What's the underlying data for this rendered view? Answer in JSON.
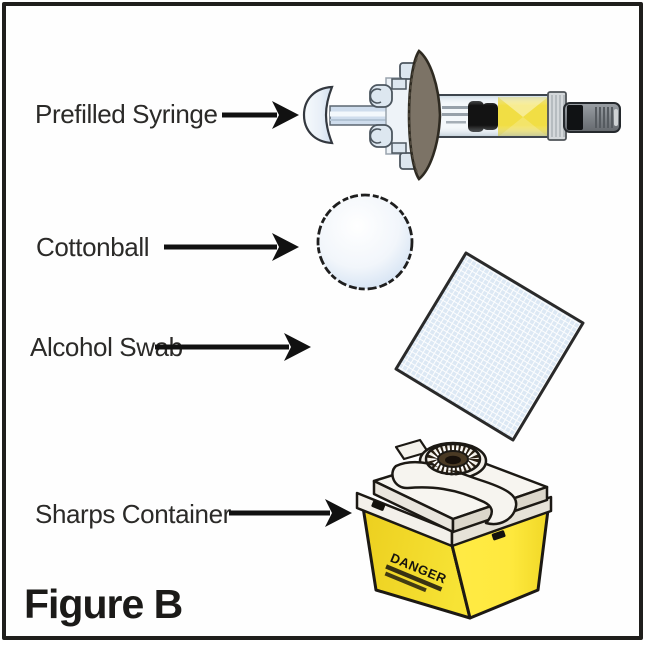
{
  "figure": {
    "caption": "Figure B"
  },
  "items": [
    {
      "id": "prefilled-syringe",
      "label": "Prefilled Syringe"
    },
    {
      "id": "cottonball",
      "label": "Cottonball"
    },
    {
      "id": "alcohol-swab",
      "label": "Alcohol Swab"
    },
    {
      "id": "sharps-container",
      "label": "Sharps Container"
    }
  ],
  "sharps_container": {
    "warning_text": "DANGER"
  },
  "icons": [
    "right-arrow-icon",
    "syringe-icon",
    "cottonball-icon",
    "alcohol-swab-icon",
    "sharps-container-icon"
  ],
  "colors": {
    "border": "#1f1e1c",
    "text": "#2b2a28",
    "arrow": "#111111",
    "syringe_wing_brown": "#7c7366",
    "syringe_label_yellow": "#f1de44",
    "needle_cap_gray": "#83888d",
    "cotton_blue": "#bcd3ec",
    "swab_blue": "#dce8f4",
    "container_yellow_left": "#f2dc2c",
    "container_yellow_right": "#ffe941",
    "lid_white": "#f5f3ee"
  }
}
